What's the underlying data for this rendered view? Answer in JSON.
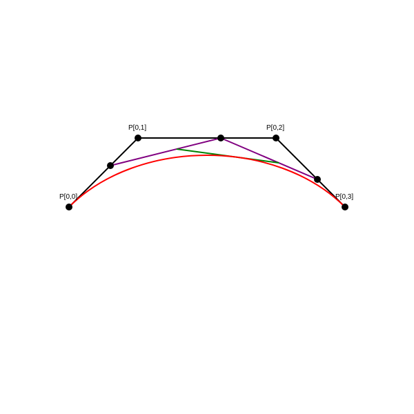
{
  "diagram": {
    "labels": {
      "p00": "P[0,0]",
      "p01": "P[0,1]",
      "p02": "P[0,2]",
      "p03": "P[0,3]"
    },
    "colors": {
      "control_polygon": "#000000",
      "level1_polygon": "#800080",
      "level2_segment": "#008000",
      "curve": "#ff0000",
      "points": "#000000"
    }
  }
}
